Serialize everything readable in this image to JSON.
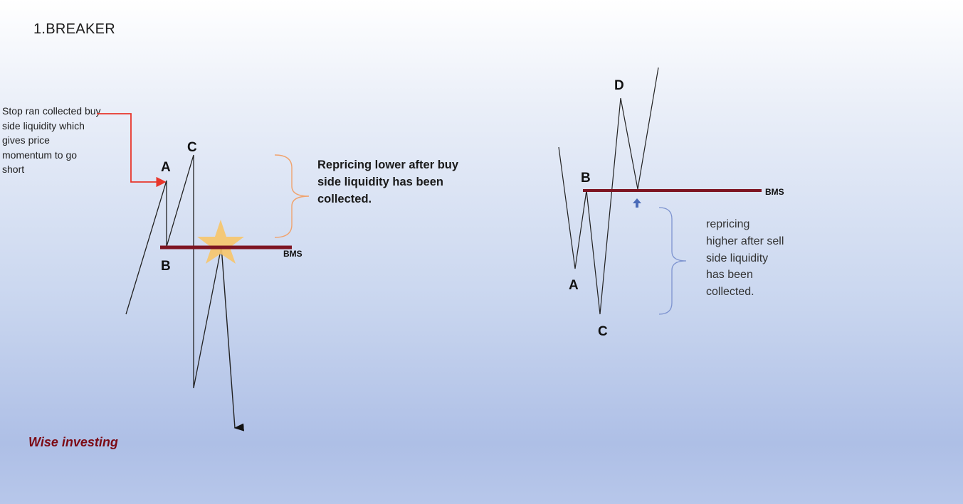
{
  "title": "1.BREAKER",
  "left_diagram": {
    "note": "Stop ran collected buy side liquidity which gives price momentum to go short",
    "caption": "Repricing lower after buy side liquidity has been collected.",
    "points": {
      "a": "A",
      "b": "B",
      "c": "C"
    },
    "level_label": "BMS"
  },
  "right_diagram": {
    "caption": "repricing higher after sell side liquidity has been collected.",
    "points": {
      "a": "A",
      "b": "B",
      "c": "C",
      "d": "D"
    },
    "level_label": "BMS"
  },
  "footer": "Wise investing",
  "colors": {
    "level_line": "#7e1522",
    "note_arrow": "#e8362b",
    "left_bracket": "#f0a36e",
    "right_bracket": "#7d93cf",
    "star": "#f6c56d",
    "up_arrow": "#4a6bb8",
    "footer": "#7c0a14"
  }
}
